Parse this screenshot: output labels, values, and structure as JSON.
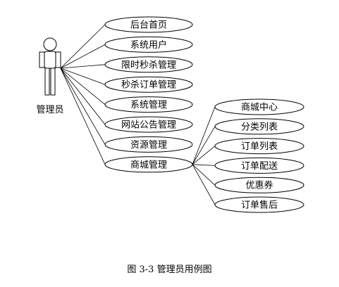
{
  "actor": {
    "label": "管理员"
  },
  "use_cases_primary": [
    "后台首页",
    "系统用户",
    "限时秒杀管理",
    "秒杀订单管理",
    "系统管理",
    "网站公告管理",
    "资源管理",
    "商城管理"
  ],
  "use_cases_mall": [
    "商城中心",
    "分类列表",
    "订单列表",
    "订单配送",
    "优惠券",
    "订单售后"
  ],
  "caption": "图 3-3  管理员用例图"
}
